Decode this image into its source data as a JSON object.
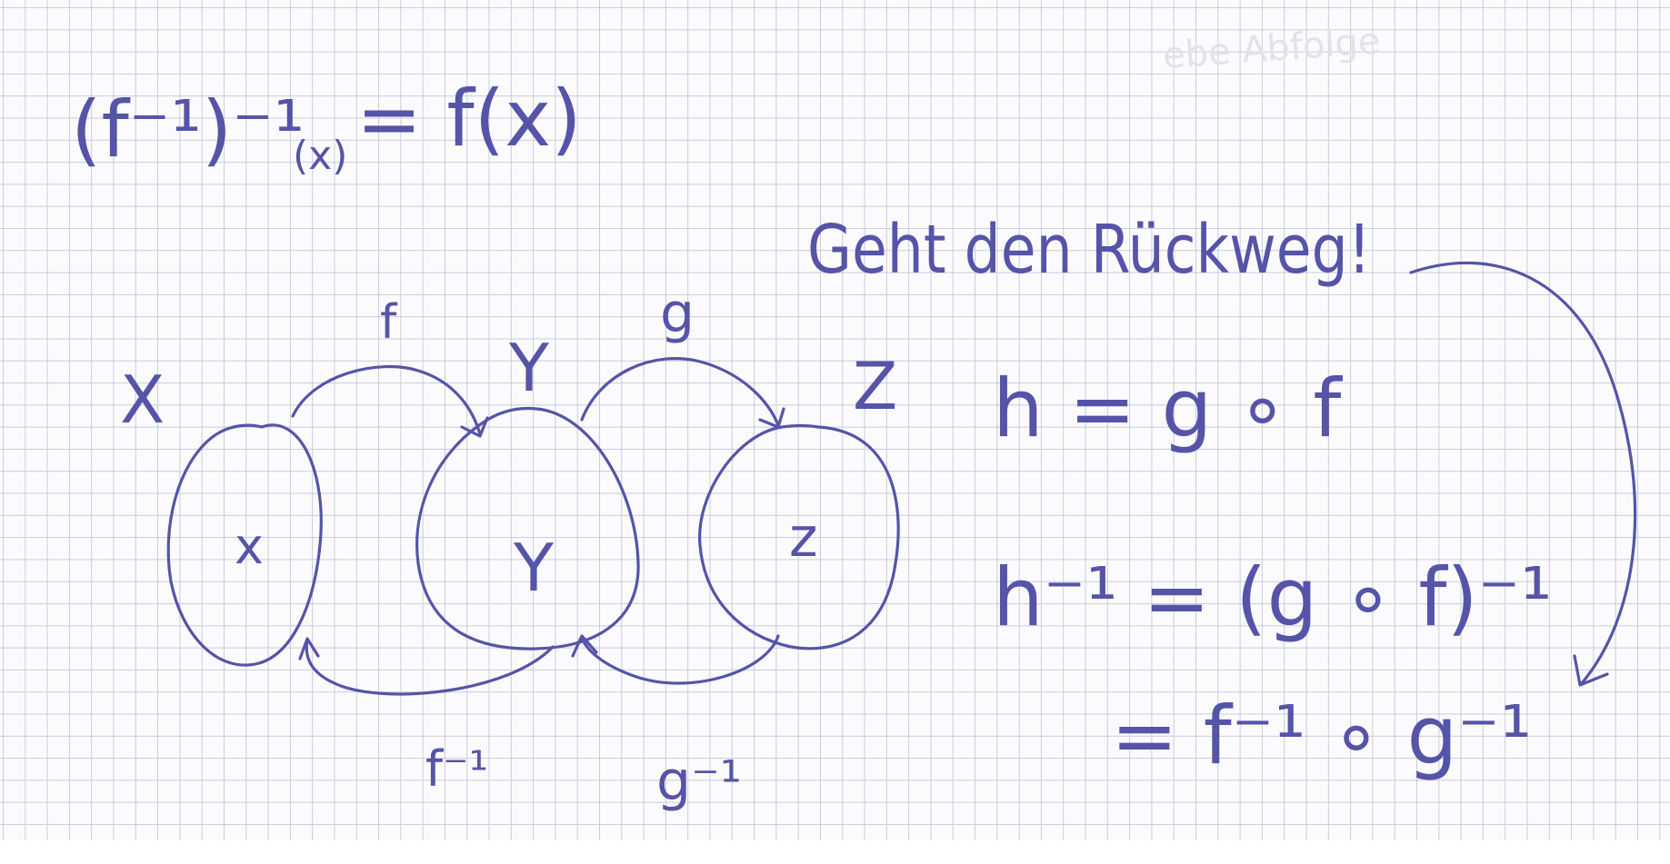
{
  "colors": {
    "ink": "#5554a8",
    "grid": "#c9cbdd",
    "paper": "#fbfbfd"
  },
  "formulas": {
    "inverse_identity_lhs": "(f⁻¹)⁻¹",
    "inverse_identity_arg": "(x)",
    "inverse_identity_rhs": "= f(x)",
    "heading": "Geht den Rückweg!",
    "h_def": "h = g ∘ f",
    "h_inverse": "h⁻¹ = (g ∘ f)⁻¹",
    "h_inverse_result": "= f⁻¹ ∘ g⁻¹"
  },
  "diagram": {
    "sets": [
      {
        "set_label": "X",
        "element_label": "x"
      },
      {
        "set_label": "Y",
        "element_label": "Y"
      },
      {
        "set_label": "Z",
        "element_label": "z"
      }
    ],
    "arrows": {
      "forward_1": "f",
      "forward_2": "g",
      "back_1": "f⁻¹",
      "back_2": "g⁻¹"
    }
  },
  "ghost_text": "ebe Abfolge"
}
